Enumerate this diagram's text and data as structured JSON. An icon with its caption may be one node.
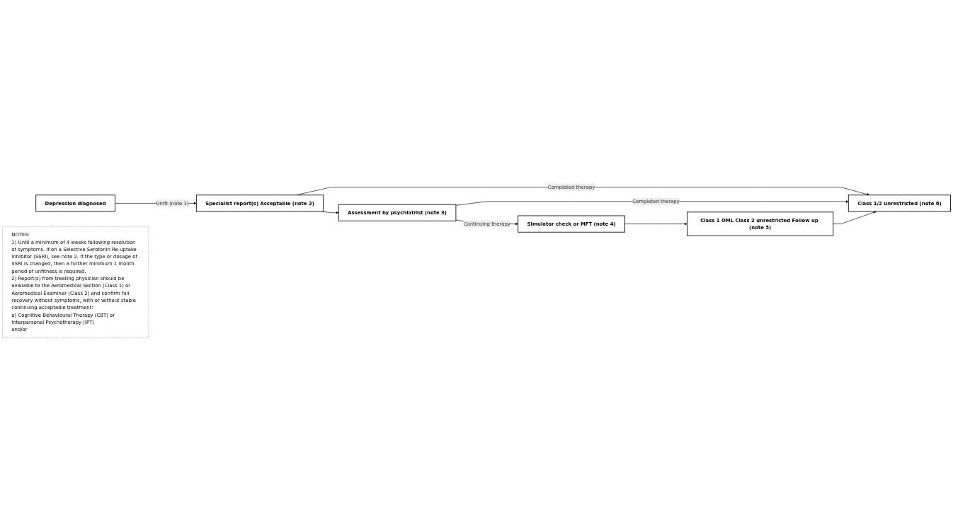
{
  "diagram": {
    "nodes": [
      {
        "text": [
          "Depression diagnosed"
        ]
      },
      {
        "text": [
          "Specialist report(s) Acceptable (note 2)"
        ]
      },
      {
        "text": [
          "Assessment by psychiatrist (note 3)"
        ]
      },
      {
        "text": [
          "NOTES:",
          "1) Until a minimum of 4 weeks following resolution of symptoms. If on a Selective Serotonin Re-uptake Inhibitor (SSRI), see note 2. If the type or dosage of SSRI is changed, then a further minimum 1 month period of unfitness is required.",
          "2) Report(s) from treating physician should be available to the Aeromedical Section (Class 1) or Aeromedical Examiner (Class 2) and confirm full recovery without symptoms, with or without stable continuing acceptable treatment:",
          "a) Cognitive Behavioural Therapy (CBT) or Interpersonal Psychotherapy (IPT)",
          "and/or"
        ]
      },
      {
        "text": [
          "Simulator check or MFT (note 4)"
        ]
      },
      {
        "text": [
          "Class 1 OML Class 2 unrestricted Follow up (note 5)"
        ]
      },
      {
        "text": [
          "Class 1/2 unrestricted (note 6)"
        ]
      }
    ],
    "edges": [
      {
        "from": 0,
        "to": 1,
        "arrow": "to",
        "label": "Unfit (note 1)"
      },
      {
        "from": 1,
        "to": 2,
        "arrow": "to"
      },
      {
        "from": 1,
        "to": 6,
        "arrow": "to",
        "label": "Completed therapy"
      },
      {
        "from": 2,
        "to": 6,
        "arrow": "to",
        "label": "Completed therapy"
      },
      {
        "from": 2,
        "to": 4,
        "arrow": "to",
        "label": "Continuing therapy"
      },
      {
        "from": 4,
        "to": 5,
        "arrow": "to"
      },
      {
        "from": 5,
        "to": 6,
        "arrow": "to"
      }
    ]
  }
}
